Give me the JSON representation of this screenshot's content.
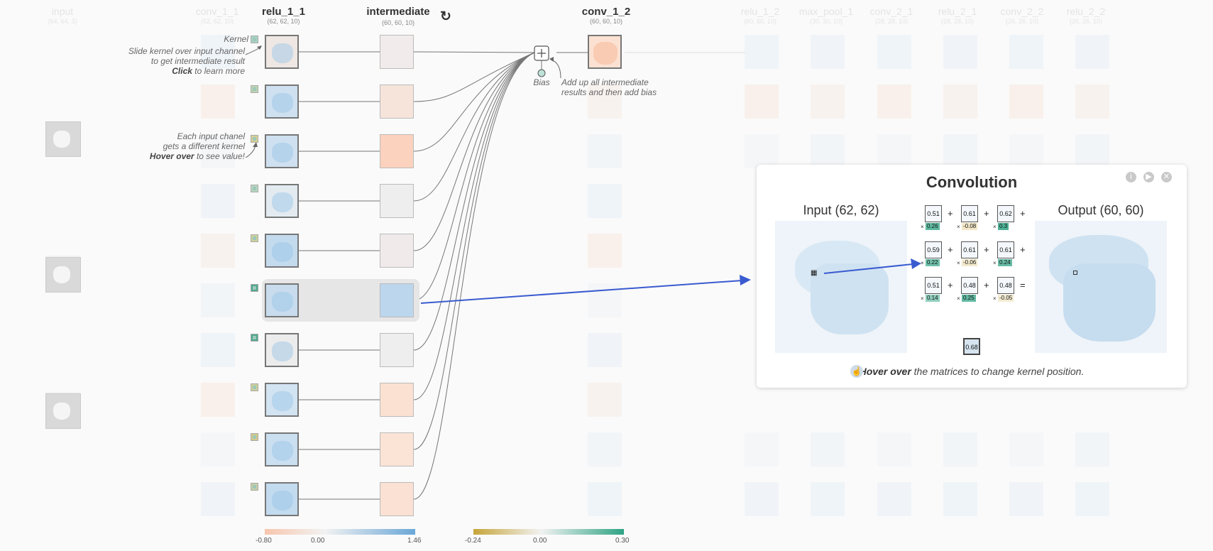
{
  "colors": {
    "accent_arrow": "#3a5bd0",
    "positive_blue": "#bfd9ee",
    "negative_orange": "#fbd7c4",
    "kernel_positive": "#2ea384",
    "kernel_negative": "#d4b24a"
  },
  "faded_layers": [
    {
      "title": "input",
      "sub": "(64, 64, 3)"
    },
    {
      "title": "conv_1_1",
      "sub": "(62, 62, 10)"
    },
    {
      "title": "relu_1_2",
      "sub": "(60, 60, 10)"
    },
    {
      "title": "max_pool_1",
      "sub": "(30, 30, 10)"
    },
    {
      "title": "conv_2_1",
      "sub": "(28, 28, 10)"
    },
    {
      "title": "relu_2_1",
      "sub": "(28, 28, 10)"
    },
    {
      "title": "conv_2_2",
      "sub": "(26, 26, 10)"
    },
    {
      "title": "relu_2_2",
      "sub": "(26, 26, 10)"
    }
  ],
  "layers": {
    "relu_1_1": {
      "title": "relu_1_1",
      "sub": "(62, 62, 10)"
    },
    "intermediate": {
      "title": "intermediate",
      "sub": "(60, 60, 10)"
    },
    "conv_1_2": {
      "title": "conv_1_2",
      "sub": "(60, 60, 10)"
    }
  },
  "annotations": {
    "kernel_label": "Kernel",
    "slide_line1": "Slide kernel over input channel",
    "slide_line2": "to get intermediate result",
    "click_bold": "Click",
    "click_rest": " to learn more",
    "each_line1": "Each input chanel",
    "each_line2": "gets a different kernel",
    "hover_bold": "Hover over",
    "hover_rest": " to see value!",
    "bias_label": "Bias",
    "add_line1": "Add up all intermediate",
    "add_line2": "results and then add bias"
  },
  "legends": [
    {
      "ticks": [
        "-0.80",
        "0.00",
        "1.46"
      ],
      "gradient": [
        "#f7c6ad",
        "#f2f2f2",
        "#6aa6d6"
      ]
    },
    {
      "ticks": [
        "-0.24",
        "0.00",
        "0.30"
      ],
      "gradient": [
        "#c6a53a",
        "#f2f2f2",
        "#2ea384"
      ]
    }
  ],
  "popup": {
    "title": "Convolution",
    "input_label": "Input (62, 62)",
    "output_label": "Output (60, 60)",
    "rows": [
      {
        "cells": [
          {
            "v": "0.51",
            "k": "0.26"
          },
          {
            "v": "0.61",
            "k": "-0.08"
          },
          {
            "v": "0.62",
            "k": "0.3"
          }
        ],
        "tail": "+"
      },
      {
        "cells": [
          {
            "v": "0.59",
            "k": "0.22"
          },
          {
            "v": "0.61",
            "k": "-0.06"
          },
          {
            "v": "0.61",
            "k": "0.24"
          }
        ],
        "tail": "+"
      },
      {
        "cells": [
          {
            "v": "0.51",
            "k": "0.14"
          },
          {
            "v": "0.48",
            "k": "0.25"
          },
          {
            "v": "0.48",
            "k": "-0.05"
          }
        ],
        "tail": "="
      }
    ],
    "result": "0.68",
    "hint_bold": "Hover over",
    "hint_rest": " the matrices to change kernel position.",
    "buttons": [
      "info-icon",
      "play-icon",
      "close-icon"
    ]
  },
  "relu_tints": [
    "#efe7e3",
    "#cfe1f0",
    "#cfe1f0",
    "#e3ebf1",
    "#c4dbee",
    "#c8dcee",
    "#ececec",
    "#d2e3f1",
    "#cadff0",
    "#c3dbef"
  ],
  "inter_tints": [
    "#f1eceb",
    "#f6e4da",
    "#fbd2bd",
    "#efeeee",
    "#f0ebea",
    "#bcd6ee",
    "#efeeee",
    "#fbe1d2",
    "#fbe3d6",
    "#fbe1d3"
  ],
  "kernel_icon_tints": [
    "#a8d3c3",
    "#bcd4b0",
    "#d8cf92",
    "#b7d6bf",
    "#cfd09a",
    "#4ea88f",
    "#4ea88f",
    "#cfd09a",
    "#d6c98a",
    "#c8cfa6"
  ]
}
